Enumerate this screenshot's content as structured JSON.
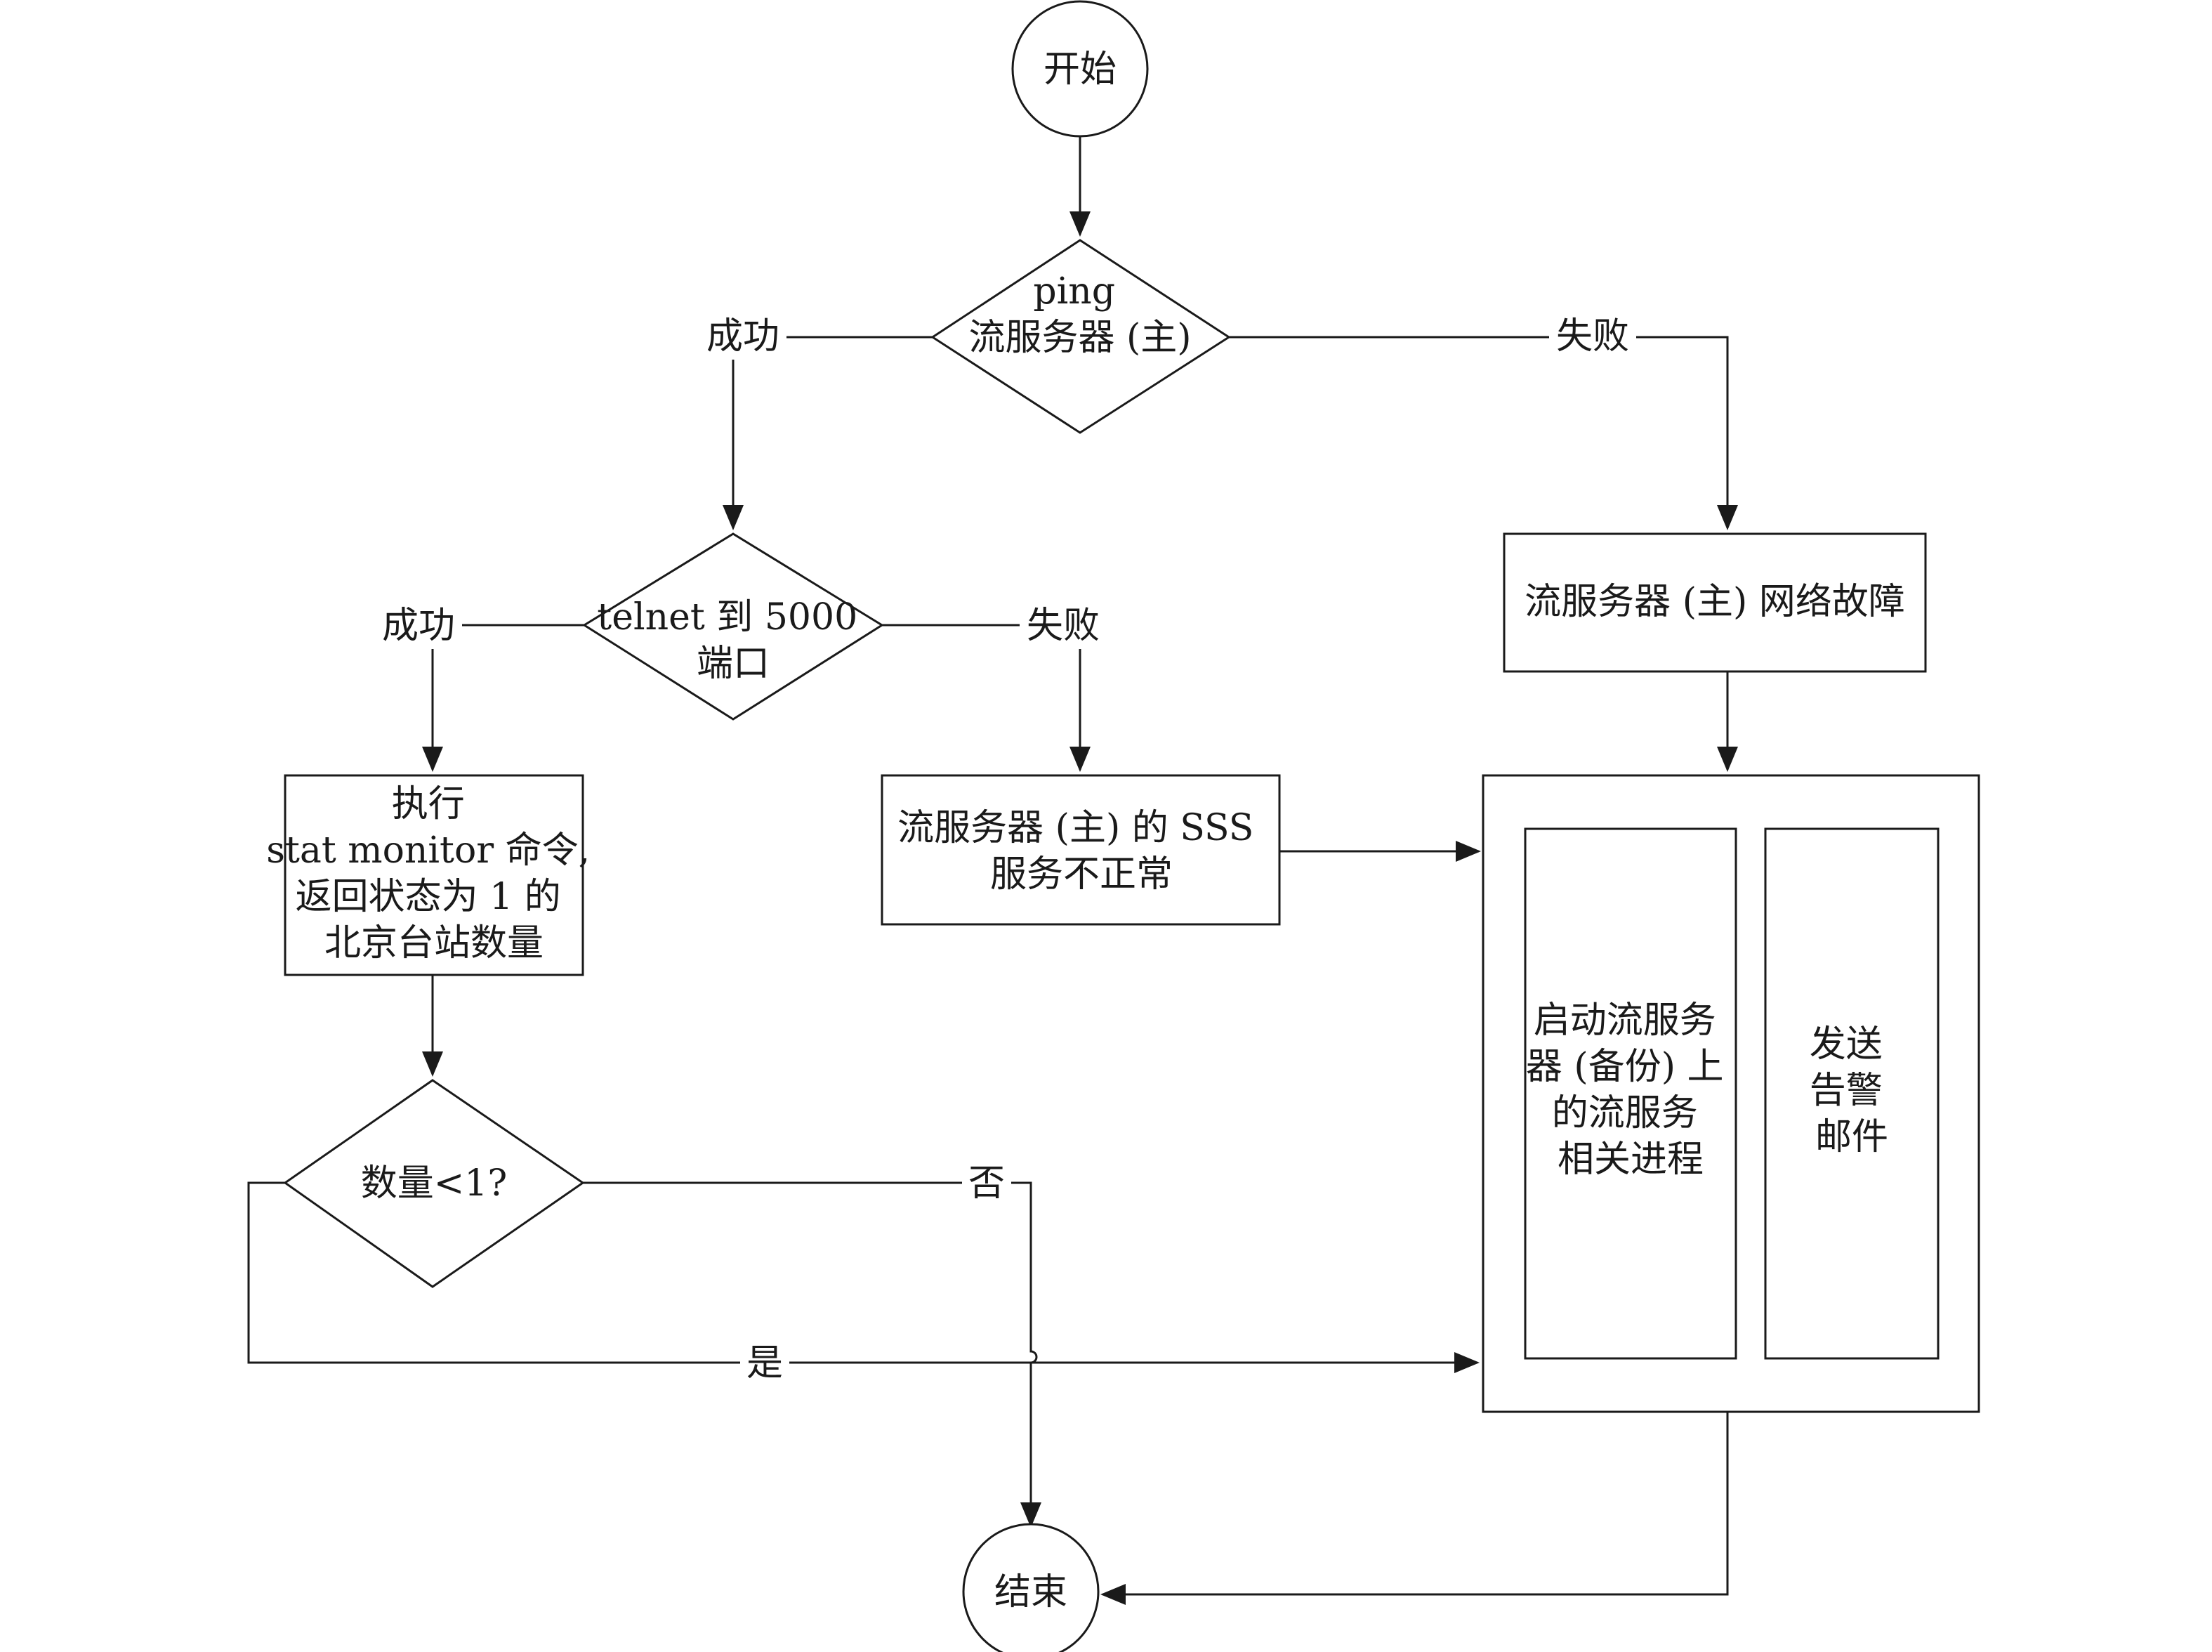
{
  "nodes": {
    "start": {
      "text": "开始"
    },
    "ping_primary": {
      "lines": [
        "ping",
        "流服务器 (主)"
      ]
    },
    "telnet_port": {
      "lines": [
        "telnet 到 5000",
        "端口"
      ]
    },
    "network_fault": {
      "text": "流服务器 (主) 网络故障"
    },
    "stat_monitor": {
      "lines": [
        "执行",
        "stat monitor 命令,",
        "返回状态为 1 的",
        "北京台站数量"
      ]
    },
    "sss_abnormal": {
      "lines": [
        "流服务器 (主) 的 SSS",
        "服务不正常"
      ]
    },
    "count_check": {
      "text": "数量<1?"
    },
    "start_backup": {
      "lines": [
        "启动流服务",
        "器 (备份) 上",
        "的流服务",
        "相关进程"
      ]
    },
    "send_alert": {
      "lines": [
        "发送",
        "告警",
        "邮件"
      ]
    },
    "end": {
      "text": "结束"
    }
  },
  "edges": {
    "ping_success": "成功",
    "ping_fail": "失败",
    "telnet_success": "成功",
    "telnet_fail": "失败",
    "count_no": "否",
    "count_yes": "是"
  }
}
